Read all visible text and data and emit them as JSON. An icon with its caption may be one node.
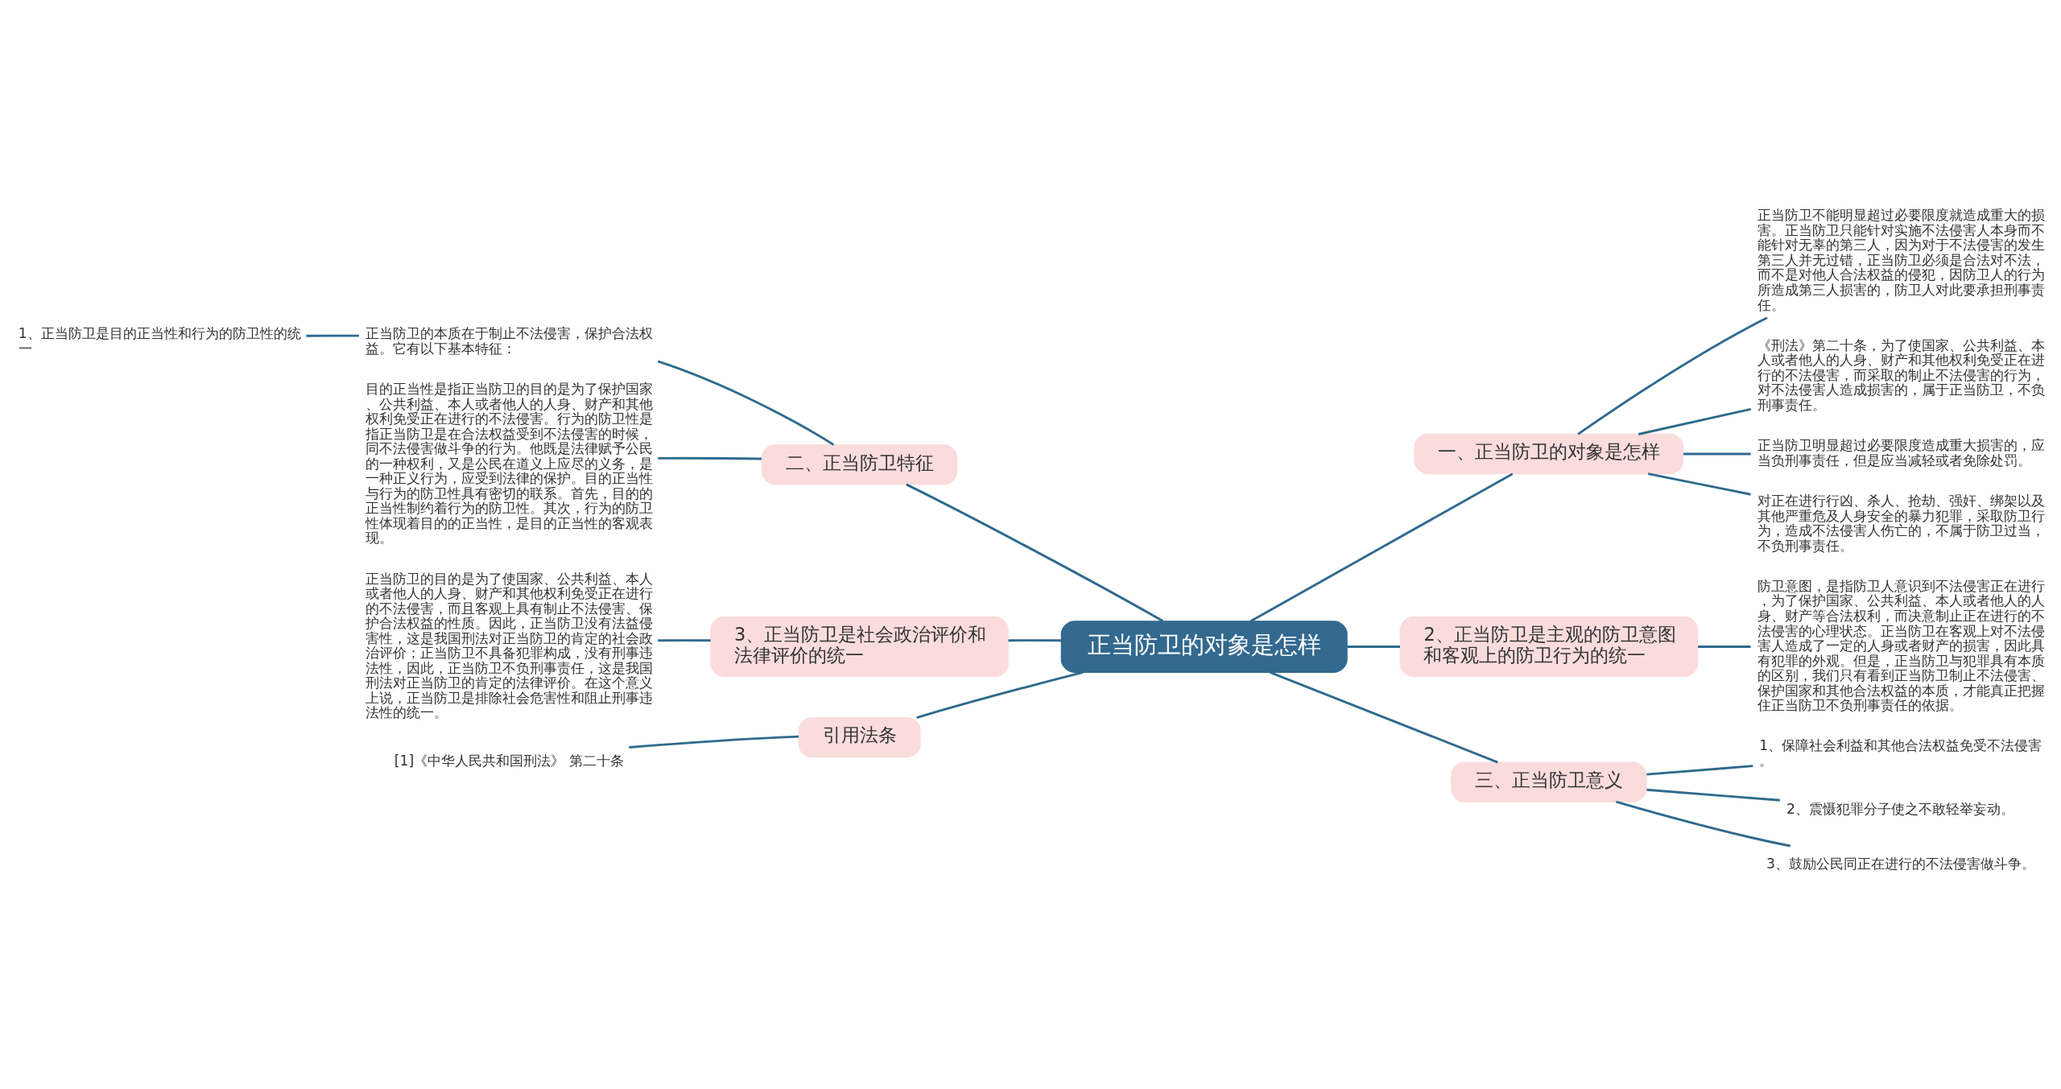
{
  "diagram": {
    "nodes": [
      {
        "text": [
          "正当防卫的对象是怎样"
        ]
      },
      {
        "text": [
          "一、正当防卫的对象是怎样"
        ]
      },
      {
        "text": [
          "正当防卫不能明显超过必要限度就造成重大的损害。正当防卫只能针对实施不法侵害人本身而不能针对无辜的第三人，因为对于不法侵害的发生第三人并无过错，正当防卫必须是合法对不法，而不是对他人合法权益的侵犯，因防卫人的行为所造成第三人损害的，防卫人对此要承担刑事责任。"
        ]
      },
      {
        "text": [
          "《刑法》第二十条，为了使国家、公共利益、本人或者他人的人身、财产和其他权利免受正在进行的不法侵害，而采取的制止不法侵害的行为，对不法侵害人造成损害的，属于正当防卫，不负刑事责任。"
        ]
      },
      {
        "text": [
          "正当防卫明显超过必要限度造成重大损害的，应当负刑事责任，但是应当减轻或者免除处罚。"
        ]
      },
      {
        "text": [
          "对正在进行行凶、杀人、抢劫、强奸、绑架以及其他严重危及人身安全的暴力犯罪，采取防卫行为，造成不法侵害人伤亡的，不属于防卫过当，不负刑事责任。"
        ]
      },
      {
        "text": [
          "2、正当防卫是主观的防卫意图和客观上的防卫行为的统一"
        ]
      },
      {
        "text": [
          "防卫意图，是指防卫人意识到不法侵害正在进行，为了保护国家、公共利益、本人或者他人的人身、财产等合法权利，而决意制止正在进行的不法侵害的心理状态。正当防卫在客观上对不法侵害人造成了一定的人身或者财产的损害，因此具有犯罪的外观。但是，正当防卫与犯罪具有本质的区别，我们只有看到正当防卫制止不法侵害、保护国家和其他合法权益的本质，才能真正把握住正当防卫不负刑事责任的依据。"
        ]
      },
      {
        "text": [
          "三、正当防卫意义"
        ]
      },
      {
        "text": [
          "1、保障社会利益和其他合法权益免受不法侵害。"
        ]
      },
      {
        "text": [
          "2、震慑犯罪分子使之不敢轻举妄动。"
        ]
      },
      {
        "text": [
          "3、鼓励公民同正在进行的不法侵害做斗争。"
        ]
      },
      {
        "text": [
          "二、正当防卫特征"
        ]
      },
      {
        "text": [
          "正当防卫的本质在于制止不法侵害，保护合法权益。它有以下基本特征："
        ]
      },
      {
        "text": [
          "1、正当防卫是目的正当性和行为的防卫性的统一"
        ]
      },
      {
        "text": [
          "目的正当性是指正当防卫的目的是为了保护国家、公共利益、本人或者他人的人身、财产和其他权利免受正在进行的不法侵害。行为的防卫性是指正当防卫是在合法权益受到不法侵害的时候，同不法侵害做斗争的行为。他既是法律赋予公民的一种权利，又是公民在道义上应尽的义务，是一种正义行为，应受到法律的保护。目的正当性与行为的防卫性具有密切的联系。首先，目的的正当性制约着行为的防卫性。其次，行为的防卫性体现着目的的正当性，是目的正当性的客观表现。"
        ]
      },
      {
        "text": [
          "3、正当防卫是社会政治评价和法律评价的统一"
        ]
      },
      {
        "text": [
          "正当防卫的目的是为了使国家、公共利益、本人或者他人的人身、财产和其他权利免受正在进行的不法侵害，而且客观上具有制止不法侵害、保护合法权益的性质。因此，正当防卫没有法益侵害性，这是我国刑法对正当防卫的肯定的社会政治评价；正当防卫不具备犯罪构成，没有刑事违法性，因此，正当防卫不负刑事责任，这是我国刑法对正当防卫的肯定的法律评价。在这个意义上说，正当防卫是排除社会危害性和阻止刑事违法性的统一。"
        ]
      },
      {
        "text": [
          "引用法条"
        ]
      },
      {
        "text": [
          "[1]《中华人民共和国刑法》 第二十条"
        ]
      }
    ],
    "edges": [
      {
        "from": 0,
        "to": 1,
        "arrow": "none"
      },
      {
        "from": 1,
        "to": 2,
        "arrow": "none"
      },
      {
        "from": 1,
        "to": 3,
        "arrow": "none"
      },
      {
        "from": 1,
        "to": 4,
        "arrow": "none"
      },
      {
        "from": 1,
        "to": 5,
        "arrow": "none"
      },
      {
        "from": 0,
        "to": 6,
        "arrow": "none"
      },
      {
        "from": 6,
        "to": 7,
        "arrow": "none"
      },
      {
        "from": 0,
        "to": 8,
        "arrow": "none"
      },
      {
        "from": 8,
        "to": 9,
        "arrow": "none"
      },
      {
        "from": 8,
        "to": 10,
        "arrow": "none"
      },
      {
        "from": 8,
        "to": 11,
        "arrow": "none"
      },
      {
        "from": 0,
        "to": 12,
        "arrow": "none"
      },
      {
        "from": 12,
        "to": 13,
        "arrow": "none"
      },
      {
        "from": 13,
        "to": 14,
        "arrow": "none"
      },
      {
        "from": 12,
        "to": 15,
        "arrow": "none"
      },
      {
        "from": 0,
        "to": 16,
        "arrow": "none"
      },
      {
        "from": 16,
        "to": 17,
        "arrow": "none"
      },
      {
        "from": 0,
        "to": 18,
        "arrow": "none"
      },
      {
        "from": 18,
        "to": 19,
        "arrow": "none"
      }
    ]
  }
}
